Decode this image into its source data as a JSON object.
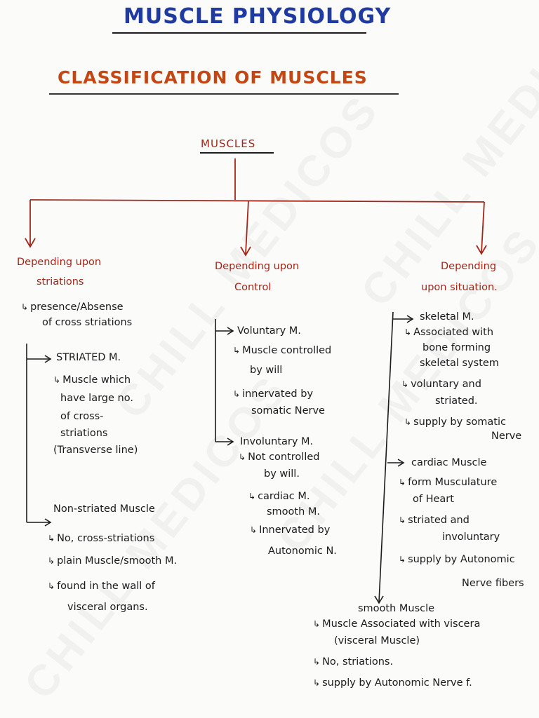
{
  "header": {
    "title": "MUSCLE PHYSIOLOGY",
    "subtitle": "CLASSIFICATION OF MUSCLES",
    "root": "MUSCLES"
  },
  "watermark": "CHILL MEDICOS",
  "branches": {
    "striations": {
      "heading_1": "Depending upon",
      "heading_2": "striations",
      "criterion_1": "presence/Absense",
      "criterion_2": "of cross striations",
      "striated": {
        "title": "STRIATED M.",
        "lines": [
          "Muscle which",
          "have large no.",
          "of cross-",
          "striations",
          "(Transverse line)"
        ]
      },
      "non_striated": {
        "title": "Non-striated Muscle",
        "points": [
          "No, cross-striations",
          "plain Muscle/smooth M.",
          "found in the wall of"
        ],
        "point_3_cont": "visceral organs."
      }
    },
    "control": {
      "heading_1": "Depending upon",
      "heading_2": "Control",
      "voluntary": {
        "title": "Voluntary M.",
        "l1": "Muscle controlled",
        "l2": "by will",
        "l3": "innervated by",
        "l4": "somatic Nerve"
      },
      "involuntary": {
        "title": "Involuntary M.",
        "l1": "Not controlled",
        "l2": "by will.",
        "l3": "cardiac M.",
        "l4": "smooth M.",
        "l5": "Innervated by",
        "l6": "Autonomic N."
      }
    },
    "situation": {
      "heading_1": "Depending",
      "heading_2": "upon situation.",
      "skeletal": {
        "title": "skeletal M.",
        "l1": "Associated with",
        "l2": "bone forming",
        "l3": "skeletal system",
        "l4": "voluntary and",
        "l5": "striated.",
        "l6": "supply by somatic",
        "l7": "Nerve"
      },
      "cardiac": {
        "title": "cardiac Muscle",
        "l1": "form Musculature",
        "l2": "of Heart",
        "l3": "striated and",
        "l4": "involuntary",
        "l5": "supply by Autonomic",
        "l6": "Nerve fibers"
      },
      "smooth": {
        "title": "smooth Muscle",
        "l1": "Muscle Associated with viscera",
        "l2": "(visceral Muscle)",
        "l3": "No, striations.",
        "l4": "supply by Autonomic Nerve f."
      }
    }
  }
}
